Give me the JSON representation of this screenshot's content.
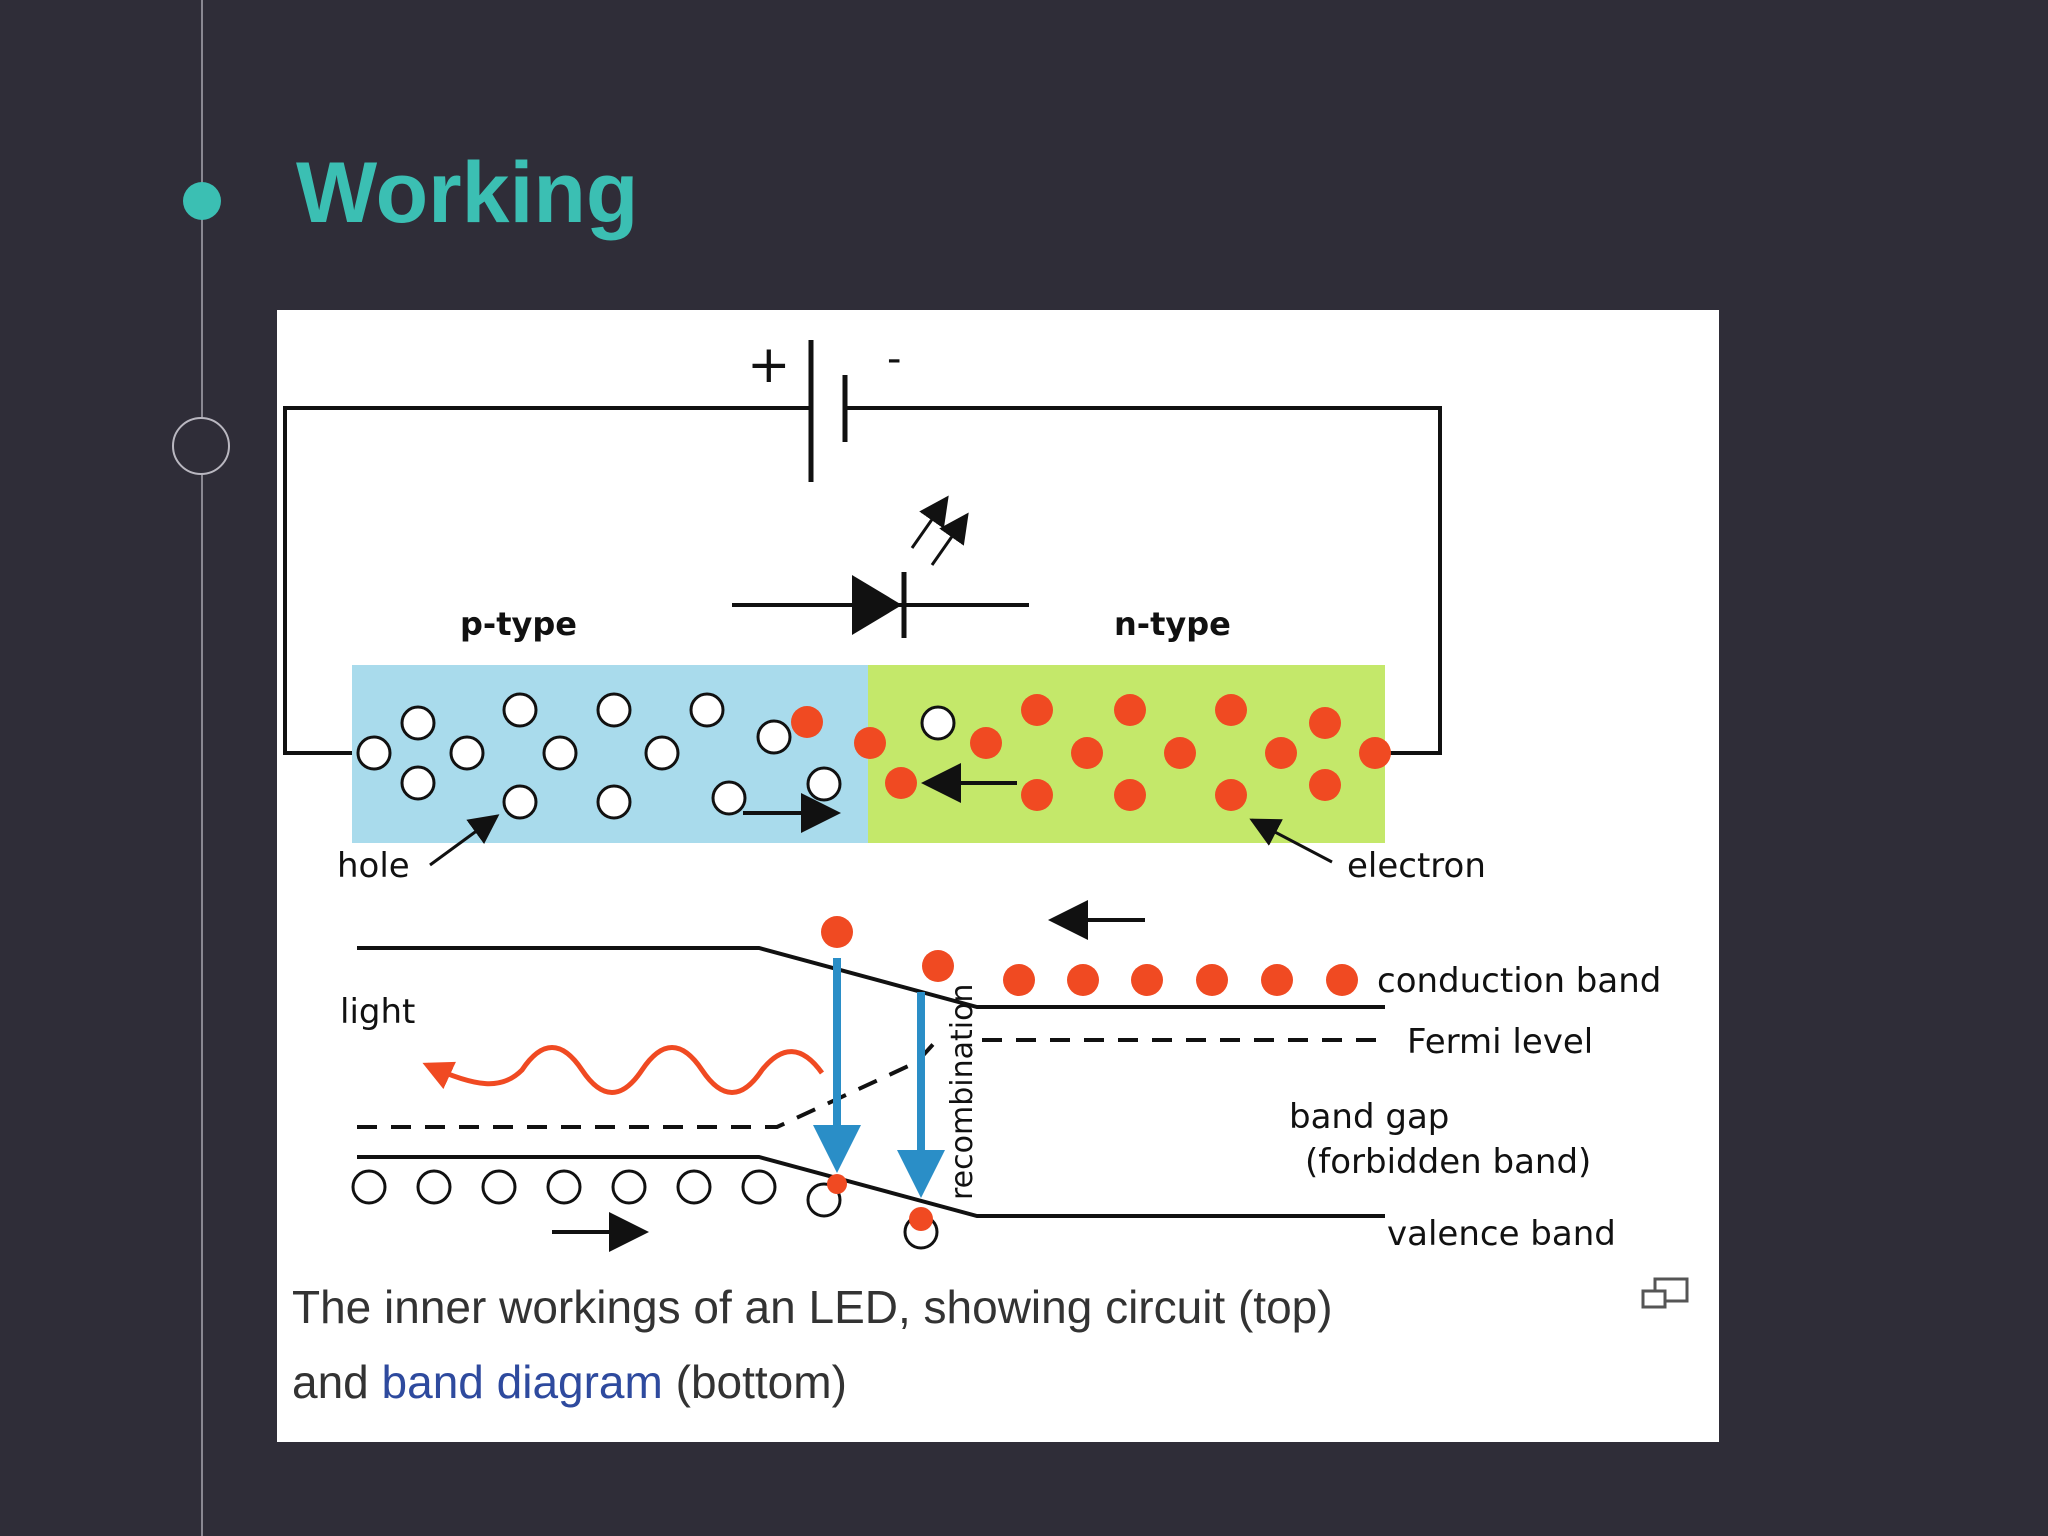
{
  "slide": {
    "title": "Working"
  },
  "timeline": {
    "accent_color": "#3bbfb3"
  },
  "figure": {
    "battery": {
      "plus": "+",
      "minus": "-"
    },
    "labels": {
      "p_type": "p-type",
      "n_type": "n-type",
      "hole": "hole",
      "electron": "electron",
      "light": "light",
      "recombination": "recombination",
      "conduction_band": "conduction band",
      "fermi_level": "Fermi level",
      "band_gap": "band gap",
      "forbidden_band": "(forbidden band)",
      "valence_band": "valence band"
    },
    "colors": {
      "p_region": "#a9dbec",
      "n_region": "#c4e86a",
      "electron": "#f04a22",
      "recombination_arrow": "#2a8ec7",
      "light_wave": "#f04a22"
    },
    "caption": {
      "part1": "The inner workings of an LED, showing circuit (top)",
      "part2_prefix": "and ",
      "link": "band diagram",
      "part2_suffix": " (bottom)"
    }
  }
}
